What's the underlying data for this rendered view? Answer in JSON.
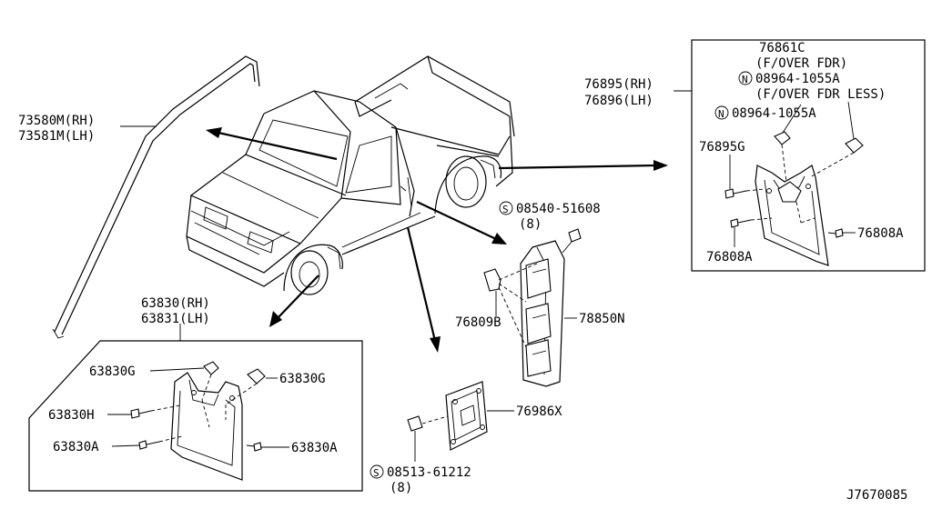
{
  "diagram": {
    "labels": {
      "molding_rh": "73580M(RH)",
      "molding_lh": "73581M(LH)",
      "front_flap_rh": "63830(RH)",
      "front_flap_lh": "63831(LH)",
      "front_clip_left": "63830G",
      "front_clip_right": "63830G",
      "front_bolt_h": "63830H",
      "front_screw_left": "63830A",
      "front_screw_right": "63830A",
      "rear_flap_rh": "76895(RH)",
      "rear_flap_lh": "76896(LH)",
      "rear_bracket": "76861C",
      "rear_bracket_note": "(F/OVER FDR)",
      "rear_nut_part": "08964-1055A",
      "rear_nut_note": "(F/OVER FDR LESS)",
      "rear_nut_part_2": "08964-1055A",
      "rear_clip": "76895G",
      "rear_screw_right": "76808A",
      "rear_screw_left": "76808A",
      "protector_screw": "08540-51608",
      "protector_screw_qty": "(8)",
      "protector_clip": "76809B",
      "protector": "78850N",
      "plate": "76986X",
      "plate_screw": "08513-61212",
      "plate_screw_qty": "(8)",
      "diagram_id": "J7670085"
    },
    "symbols": {
      "n_mark": "N",
      "s_mark": "S"
    }
  }
}
